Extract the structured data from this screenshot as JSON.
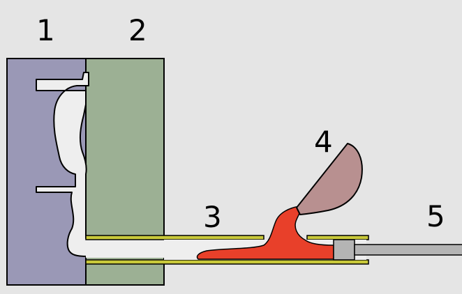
{
  "labels": {
    "label_1": "1",
    "label_2": "2",
    "label_3": "3",
    "label_4": "4",
    "label_5": "5"
  },
  "colors": {
    "background": "#e5e5e5",
    "die_half_1": "#9a98b6",
    "die_half_2": "#9cb094",
    "cavity": "#eeeeee",
    "molten_metal": "#e8402a",
    "ladle": "#b89090",
    "shot_sleeve": "#c9c93a",
    "plunger": "#b4b4b4",
    "outline": "#000000"
  }
}
